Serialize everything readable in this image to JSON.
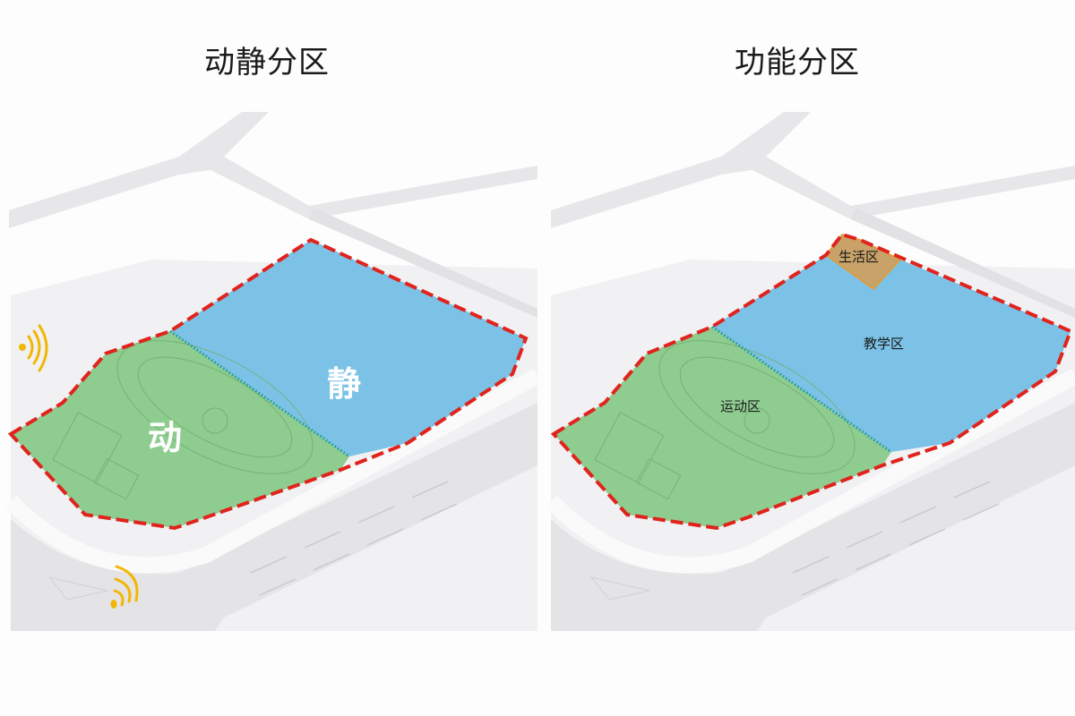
{
  "left_panel": {
    "title": "动静分区",
    "zones": [
      {
        "label": "动",
        "meaning": "active zone",
        "color": "#8fcc8f"
      },
      {
        "label": "静",
        "meaning": "quiet zone",
        "color": "#7cc2e6"
      }
    ],
    "noise_icons": 2
  },
  "right_panel": {
    "title": "功能分区",
    "zones": [
      {
        "label": "生活区",
        "color": "#c8a268"
      },
      {
        "label": "教学区",
        "color": "#7cc2e6"
      },
      {
        "label": "运动区",
        "color": "#8fcc8f"
      }
    ]
  },
  "colors": {
    "boundary": "#e0231c",
    "green_zone": "#8fcc8f",
    "blue_zone": "#7cc2e6",
    "living_zone": "#c8a268",
    "noise_icon": "#f2b705",
    "road": "#e6e6e8",
    "ground": "#f3f3f5"
  }
}
